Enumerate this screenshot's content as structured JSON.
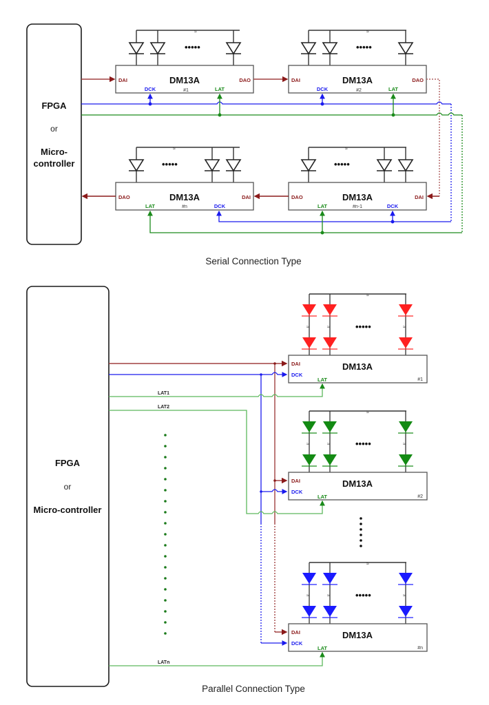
{
  "colors": {
    "data": "#8b1a1a",
    "clock": "#1a1aee",
    "latch": "#1a8a1a",
    "latch_light": "#5cb85c",
    "led_red": "#ff2020",
    "led_green": "#138a13",
    "led_blue": "#1a1aff",
    "line": "#333333"
  },
  "serial": {
    "caption": "Serial Connection Type",
    "controller": {
      "line1": "FPGA",
      "line2": "or",
      "line3": "Micro-",
      "line4": "controller"
    },
    "chips": [
      {
        "title": "DM13A",
        "index": "#1",
        "pin_in": "DAI",
        "pin_out": "DAO",
        "pin_clk": "DCK",
        "pin_lat": "LAT"
      },
      {
        "title": "DM13A",
        "index": "#2",
        "pin_in": "DAI",
        "pin_out": "DAO",
        "pin_clk": "DCK",
        "pin_lat": "LAT"
      },
      {
        "title": "DM13A",
        "index": "#n",
        "pin_in": "DAI",
        "pin_out": "DAO",
        "pin_clk": "DCK",
        "pin_lat": "LAT"
      },
      {
        "title": "DM13A",
        "index": "#n-1",
        "pin_in": "DAI",
        "pin_out": "DAO",
        "pin_clk": "DCK",
        "pin_lat": "LAT"
      }
    ],
    "ellipsis": "•••••"
  },
  "parallel": {
    "caption": "Parallel Connection Type",
    "controller": {
      "line1": "FPGA",
      "line2": "or",
      "line3": "Micro-controller"
    },
    "chips": [
      {
        "title": "DM13A",
        "index": "#1",
        "pin_in": "DAI",
        "pin_clk": "DCK",
        "pin_lat": "LAT",
        "led_color": "red"
      },
      {
        "title": "DM13A",
        "index": "#2",
        "pin_in": "DAI",
        "pin_clk": "DCK",
        "pin_lat": "LAT",
        "led_color": "green"
      },
      {
        "title": "DM13A",
        "index": "#n",
        "pin_in": "DAI",
        "pin_clk": "DCK",
        "pin_lat": "LAT",
        "led_color": "blue"
      }
    ],
    "latch_lines": [
      "LAT1",
      "LAT2",
      "LATn"
    ],
    "ellipsis": "•••••"
  }
}
